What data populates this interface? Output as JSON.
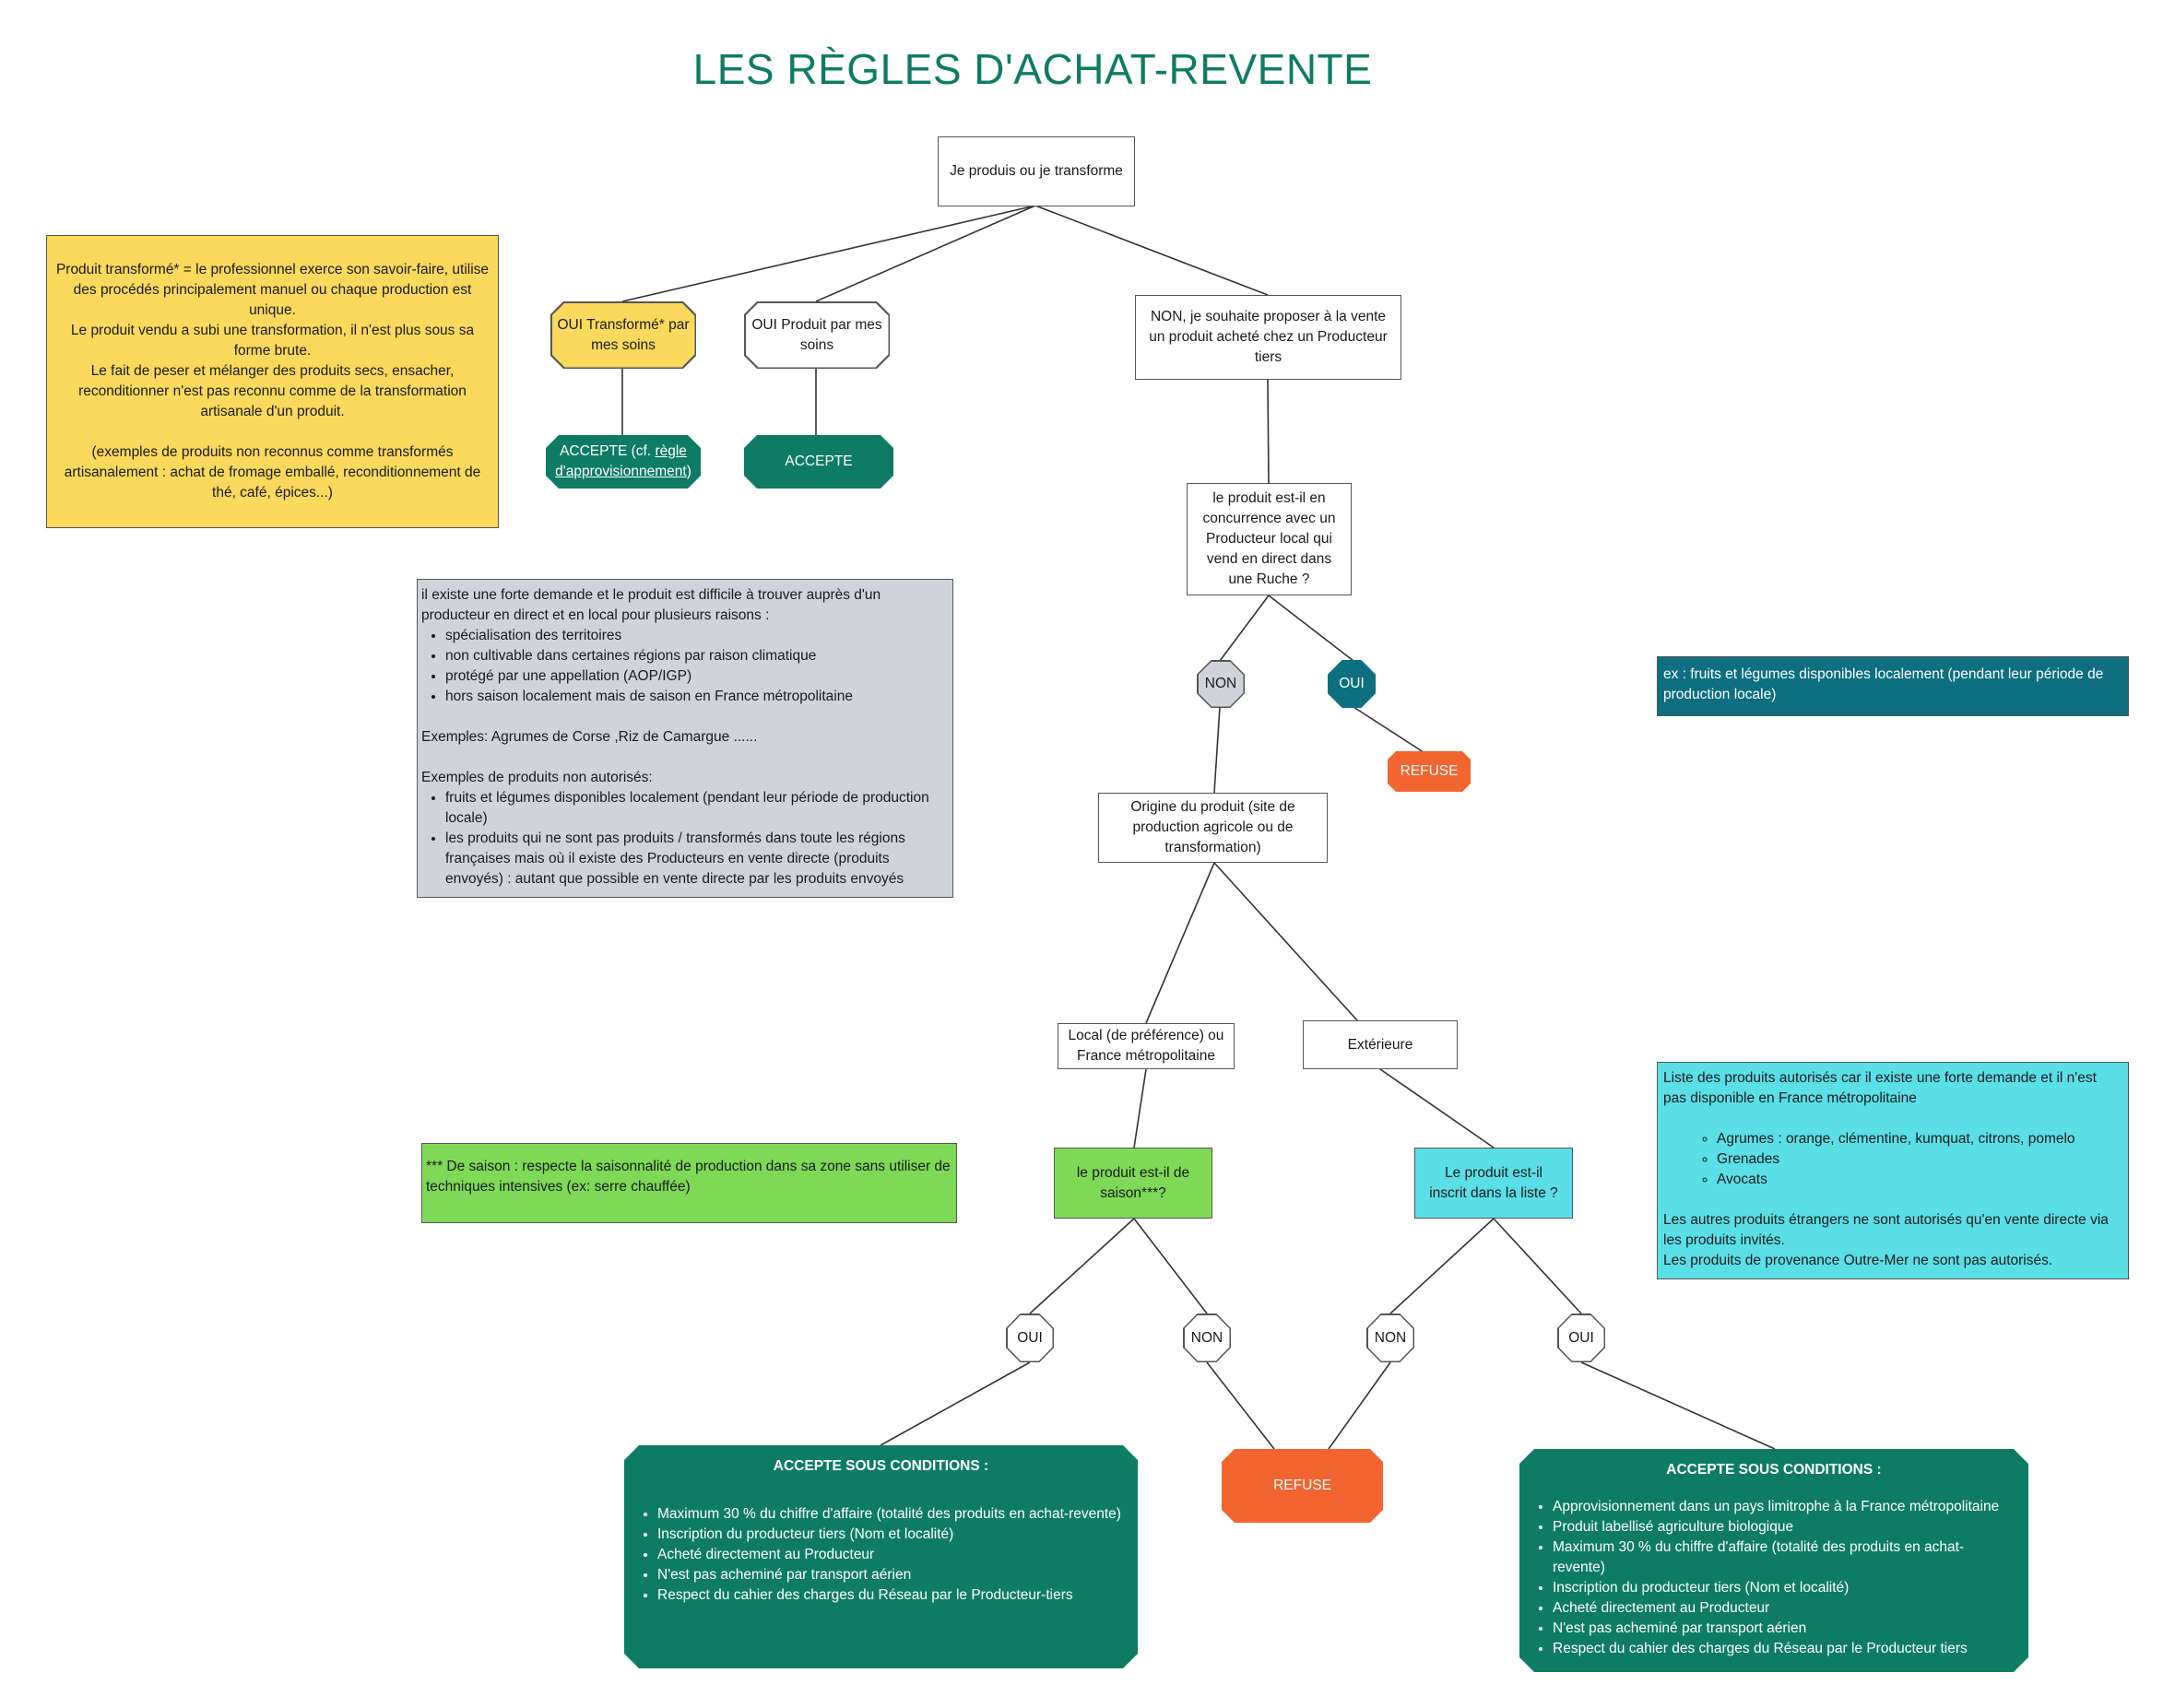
{
  "title": "LES RÈGLES D'ACHAT-REVENTE",
  "colors": {
    "green_dark": "#0e7c65",
    "yellow": "#fad95c",
    "grey": "#d0d4da",
    "orange": "#f26531",
    "teal": "#0d6f80",
    "cyan": "#5adfe6",
    "lime": "#7ed957"
  },
  "nodes": {
    "root": "Je produis ou je transforme",
    "oui_transforme": "OUI Transformé* par mes soins",
    "oui_produit": "OUI Produit par mes soins",
    "non_tiers": "NON, je souhaite proposer à la vente un produit acheté chez un Producteur tiers",
    "accepte_regle_prefix": "ACCEPTE (cf. ",
    "accepte_regle_link": "règle d'approvisionnement",
    "accepte_regle_suffix": ")",
    "accepte": "ACCEPTE",
    "concurrence": "le produit est-il en concurrence avec un Producteur local qui vend en direct dans une Ruche ?",
    "non1": "NON",
    "oui1": "OUI",
    "refuse1": "REFUSE",
    "origine": "Origine du produit (site de production agricole ou de transformation)",
    "local": "Local (de préférence) ou France métropolitaine",
    "exterieure": "Extérieure",
    "saison": "le produit est-il de saison***?",
    "inscrit": "Le produit est-il inscrit dans la liste ?",
    "oui2": "OUI",
    "non2": "NON",
    "non3": "NON",
    "oui3": "OUI",
    "refuse2": "REFUSE"
  },
  "notes": {
    "transforme": {
      "lines": [
        "Produit transformé* = le professionnel exerce son savoir-faire, utilise des procédés principalement manuel ou chaque production est unique.",
        "Le produit vendu a subi une transformation, il n'est plus sous sa forme brute.",
        "Le fait de peser et mélanger des produits secs, ensacher, reconditionner n'est pas reconnu comme de la transformation artisanale d'un produit.",
        "(exemples de produits non reconnus comme transformés artisanalement : achat de fromage emballé, reconditionnement de thé, café, épices...)"
      ]
    },
    "demande": {
      "intro": "il existe une forte demande et le produit est difficile à trouver auprès d'un producteur en direct et en local pour plusieurs raisons :",
      "reasons": [
        " spécialisation des territoires",
        " non cultivable dans certaines régions par raison climatique",
        " protégé par une appellation (AOP/IGP)",
        "hors saison localement mais de saison en France métropolitaine"
      ],
      "examples": "Exemples: Agrumes de Corse ,Riz de Camargue ......",
      "not_allowed_title": "Exemples de produits non autorisés:",
      "not_allowed": [
        "fruits et légumes disponibles localement (pendant leur période de production locale)",
        "les produits qui ne sont pas produits / transformés dans toute les régions françaises mais où il existe des Producteurs en vente directe (produits envoyés) : autant que possible en vente directe par les produits envoyés"
      ]
    },
    "ex_fruits": "ex : fruits et légumes disponibles localement (pendant leur période de production locale)",
    "liste": {
      "intro": "Liste des produits autorisés car il existe une forte demande et il n'est pas disponible en France métropolitaine",
      "items": [
        "Agrumes : orange, clémentine, kumquat, citrons, pomelo",
        "Grenades",
        "Avocats"
      ],
      "outro1": "Les autres produits étrangers ne sont autorisés qu'en vente directe via les produits invités.",
      "outro2": "Les produits de provenance Outre-Mer ne sont pas autorisés."
    },
    "saison": "*** De saison : respecte la saisonnalité de production dans sa zone sans utiliser de techniques intensives (ex: serre chauffée)"
  },
  "conditions": {
    "left": {
      "title": "ACCEPTE SOUS CONDITIONS :",
      "items": [
        "Maximum 30 % du chiffre d'affaire (totalité des produits en achat-revente)",
        "Inscription du producteur tiers (Nom et localité)",
        "Acheté directement au Producteur",
        "N'est pas acheminé par transport aérien",
        "Respect du cahier des charges du Réseau par le Producteur-tiers"
      ]
    },
    "right": {
      "title": "ACCEPTE SOUS CONDITIONS  :",
      "items": [
        "Approvisionnement dans un pays limitrophe à la France métropolitaine",
        "Produit labellisé agriculture biologique",
        "Maximum 30 % du chiffre d'affaire (totalité des produits en achat-revente)",
        "Inscription du producteur tiers (Nom et localité)",
        "Acheté directement au Producteur",
        "N'est pas acheminé par transport aérien",
        "Respect du cahier des charges du Réseau par le Producteur tiers"
      ]
    }
  }
}
